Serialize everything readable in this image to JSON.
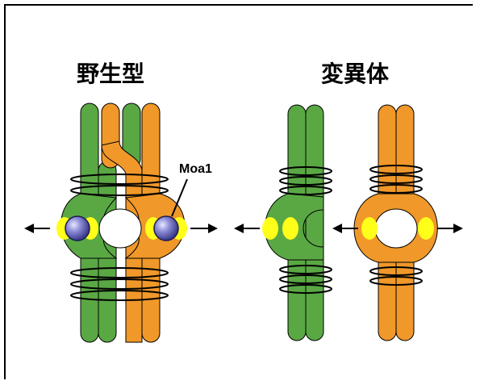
{
  "labels": {
    "wild_type": "野生型",
    "mutant": "変異体",
    "protein": "Moa1"
  },
  "colors": {
    "green": "#5aa844",
    "orange": "#f0982a",
    "yellow": "#ffff1a",
    "purple": "#6e6ec0",
    "outline": "#000000"
  }
}
